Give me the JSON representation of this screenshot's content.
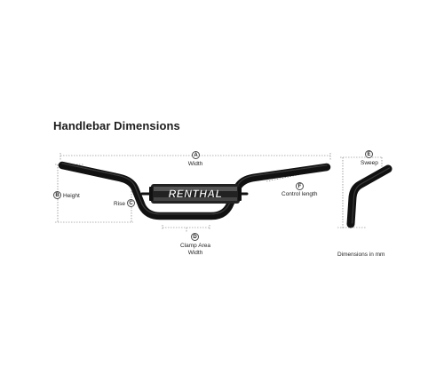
{
  "title": "Handlebar Dimensions",
  "brand": "RENTHAL",
  "labels": {
    "a_letter": "A",
    "a_text": "Width",
    "b_letter": "B",
    "b_text": "Height",
    "c_letter": "C",
    "c_text": "Rise",
    "d_letter": "D",
    "d_text_1": "Clamp Area",
    "d_text_2": "Width",
    "e_letter": "E",
    "e_text": "Sweep",
    "f_letter": "F",
    "f_text": "Control length"
  },
  "units_note": "Dimensions in mm",
  "colors": {
    "bar": "#111111",
    "dim_line": "#6a6a6a",
    "pad": "#222222"
  }
}
